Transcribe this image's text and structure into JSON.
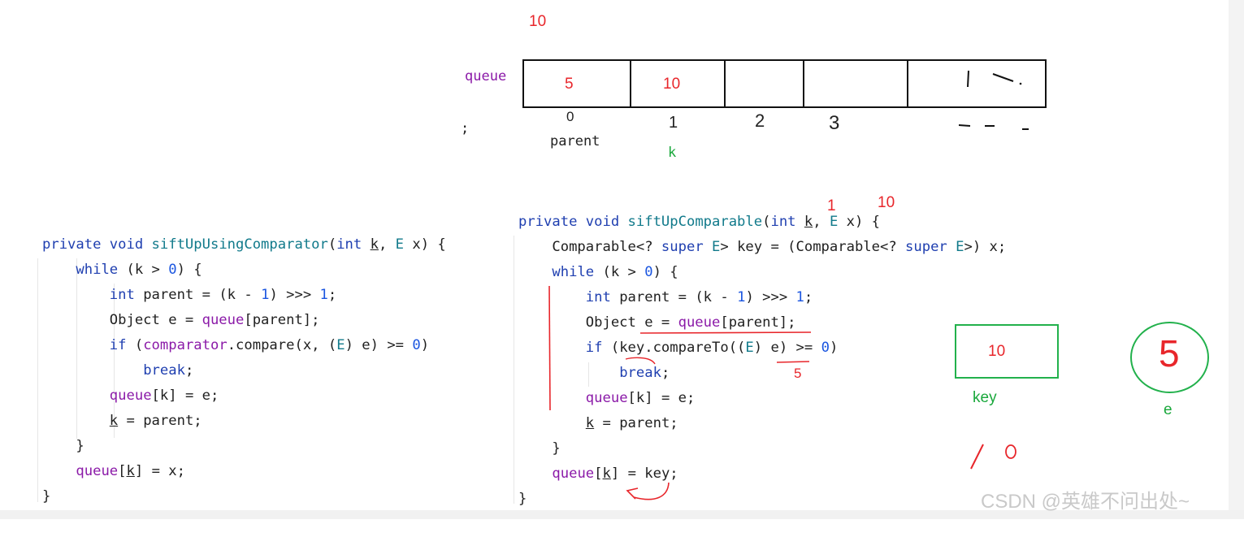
{
  "diagram": {
    "top_value_label": "10",
    "queue_label": "queue",
    "queue_cells": [
      "5",
      "10",
      "",
      "",
      ""
    ],
    "semicolon": ";",
    "index_labels": [
      "0",
      "1",
      "2",
      "3"
    ],
    "parent_label": "parent",
    "k_label": "k",
    "k_arg_annotation": "1",
    "x_arg_annotation": "10",
    "key_box_value": "10",
    "key_label": "key",
    "e_circle_value": "5",
    "e_label": "e",
    "compare_annotation": "5",
    "result_annotation": "10"
  },
  "left_code": [
    "private void siftUpUsingComparator(int k, E x) {",
    "    while (k > 0) {",
    "        int parent = (k - 1) >>> 1;",
    "        Object e = queue[parent];",
    "        if (comparator.compare(x, (E) e) >= 0)",
    "            break;",
    "        queue[k] = e;",
    "        k = parent;",
    "    }",
    "    queue[k] = x;",
    "}"
  ],
  "right_code": [
    "private void siftUpComparable(int k, E x) {",
    "    Comparable<? super E> key = (Comparable<? super E>) x;",
    "    while (k > 0) {",
    "        int parent = (k - 1) >>> 1;",
    "        Object e = queue[parent];",
    "        if (key.compareTo((E) e) >= 0)",
    "            break;",
    "        queue[k] = e;",
    "        k = parent;",
    "    }",
    "    queue[k] = key;",
    "}"
  ],
  "watermark": "CSDN @英雄不问出处~",
  "colors": {
    "annotation_red": "#e8262b",
    "annotation_green": "#22b14c",
    "field_purple": "#8b1aa8",
    "keyword_blue": "#1f3fb0"
  }
}
